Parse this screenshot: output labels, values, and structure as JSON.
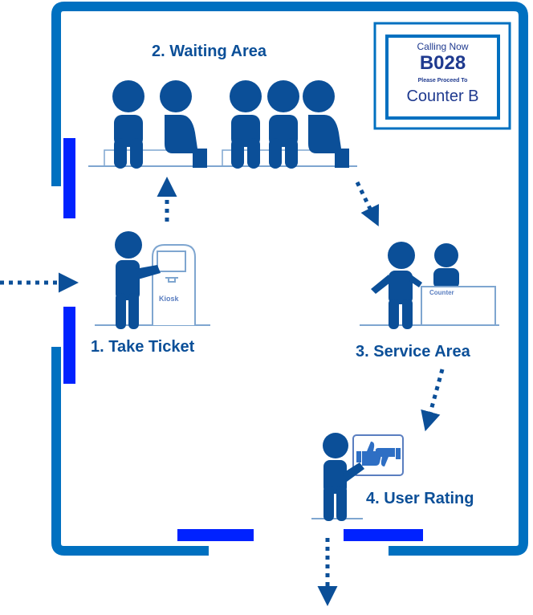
{
  "title": "Queue Flow Diagram",
  "colors": {
    "wall": "#0070c0",
    "door": "#0022ff",
    "figure": "#0b4f98",
    "line": "#7fa6d0",
    "sign_text": "#1f3a8f"
  },
  "steps": [
    {
      "label": "1. Take Ticket",
      "icon": "person-at-kiosk-icon"
    },
    {
      "label": "2. Waiting Area",
      "icon": "seated-people-icon"
    },
    {
      "label": "3. Service Area",
      "icon": "person-at-counter-icon"
    },
    {
      "label": "4. User Rating",
      "icon": "person-rating-icon"
    }
  ],
  "kiosk": {
    "label": "Kiosk"
  },
  "counter": {
    "label": "Counter"
  },
  "sign": {
    "line1": "Calling Now",
    "ticket": "B028",
    "line2": "Please Proceed To",
    "destination": "Counter B"
  },
  "rating": {
    "icons": [
      "thumbs-up-icon",
      "thumbs-down-icon"
    ]
  }
}
